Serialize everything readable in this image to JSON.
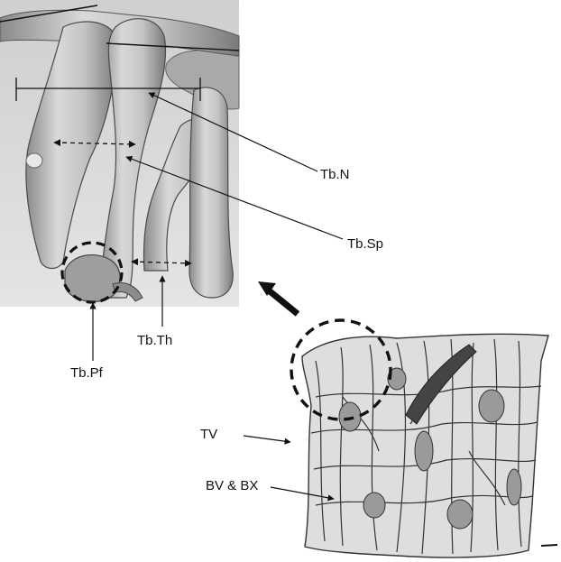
{
  "labels": {
    "tb_n": "Tb.N",
    "tb_sp": "Tb.Sp",
    "tb_th": "Tb.Th",
    "tb_pf": "Tb.Pf",
    "tv": "TV",
    "bv_bx": "BV & BX"
  },
  "colors": {
    "background": "#ffffff",
    "bone_fill": "#bdbdbd",
    "bone_dark": "#555555",
    "line": "#111111"
  }
}
